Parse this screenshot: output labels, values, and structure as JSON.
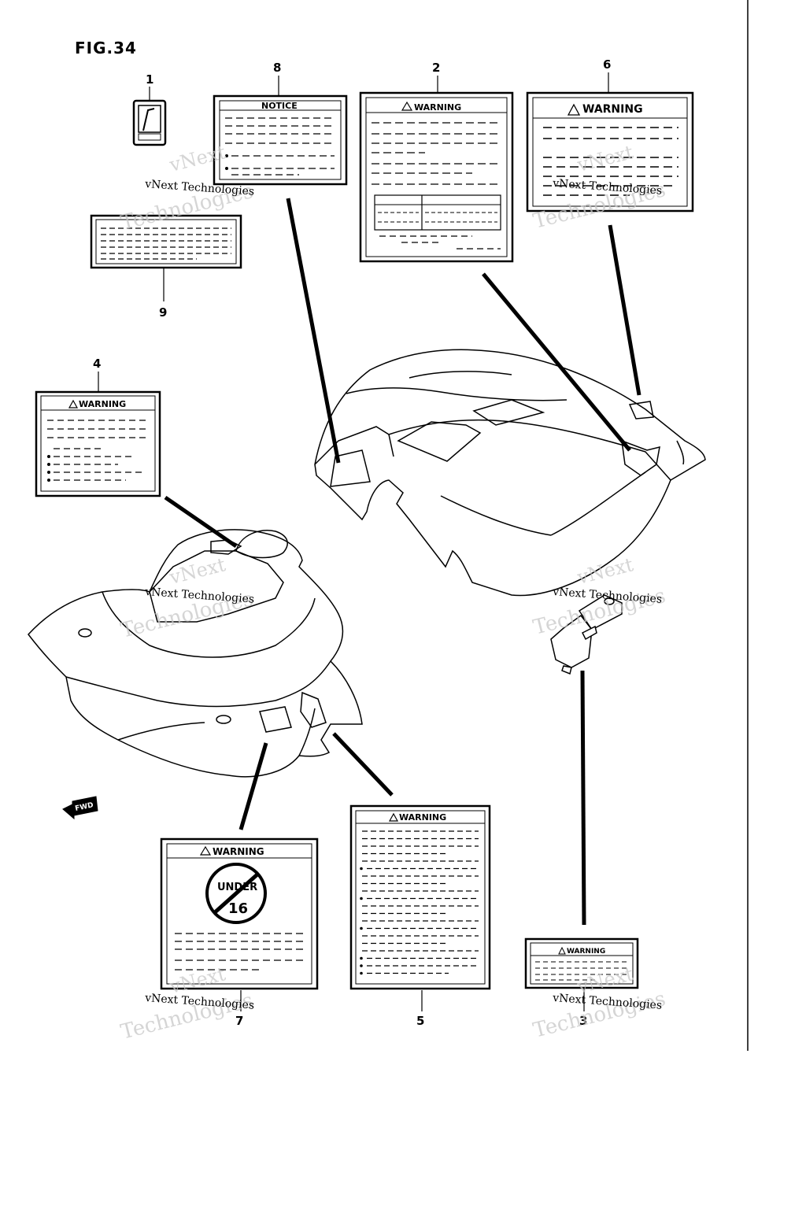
{
  "figure": {
    "title": "FIG.34"
  },
  "callouts": [
    {
      "id": "1",
      "label": "1"
    },
    {
      "id": "2",
      "label": "2"
    },
    {
      "id": "3",
      "label": "3"
    },
    {
      "id": "4",
      "label": "4"
    },
    {
      "id": "5",
      "label": "5"
    },
    {
      "id": "6",
      "label": "6"
    },
    {
      "id": "7",
      "label": "7"
    },
    {
      "id": "8",
      "label": "8"
    },
    {
      "id": "9",
      "label": "9"
    }
  ],
  "decals": {
    "notice_header": "NOTICE",
    "warning_header": "WARNING",
    "under16_top": "UNDER",
    "under16_bottom": "16"
  },
  "fwd_arrow": "FWD",
  "watermark": {
    "line1": "vNext",
    "line2": "Technologies",
    "caption": "vNext Technologies"
  }
}
